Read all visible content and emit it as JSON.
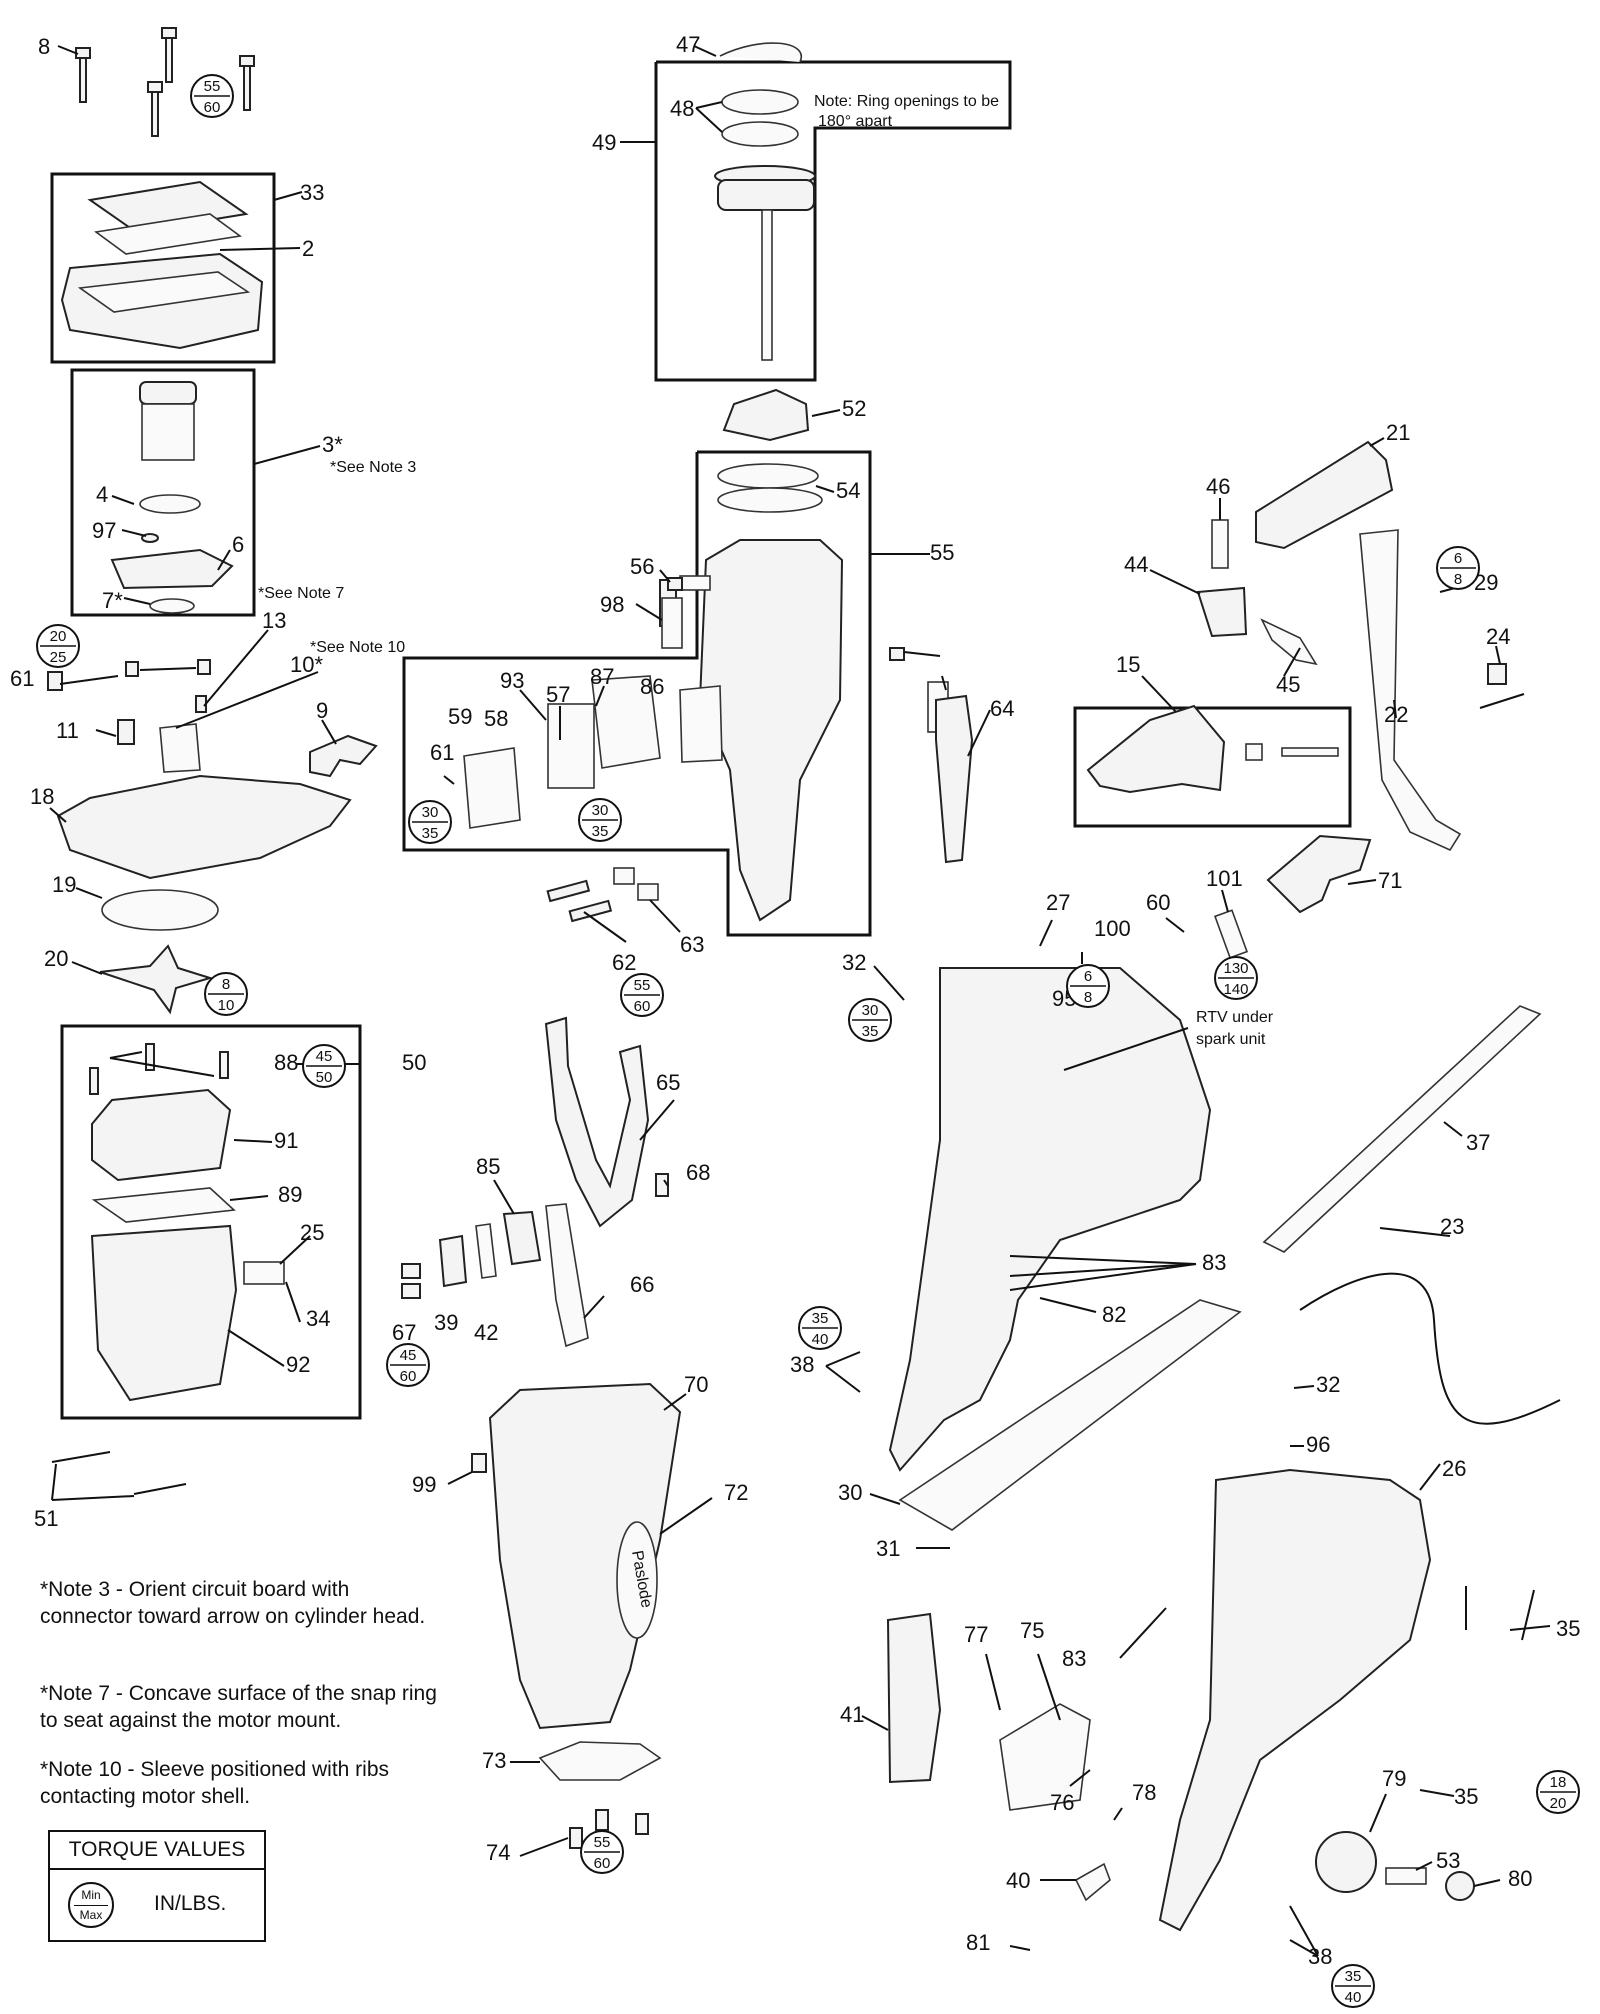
{
  "diagram": {
    "callouts": [
      "8",
      "47",
      "48",
      "49",
      "33",
      "2",
      "3*",
      "4",
      "97",
      "6",
      "7*",
      "13",
      "10*",
      "11",
      "9",
      "18",
      "19",
      "20",
      "61",
      "88",
      "50",
      "91",
      "89",
      "25",
      "34",
      "92",
      "51",
      "52",
      "54",
      "55",
      "56",
      "98",
      "93",
      "57",
      "87",
      "86",
      "59",
      "58",
      "61",
      "62",
      "63",
      "64",
      "65",
      "68",
      "85",
      "67",
      "39",
      "42",
      "66",
      "70",
      "72",
      "99",
      "73",
      "74",
      "21",
      "46",
      "44",
      "45",
      "29",
      "24",
      "22",
      "15",
      "71",
      "101",
      "60",
      "27",
      "100",
      "95",
      "32",
      "37",
      "23",
      "83",
      "82",
      "38",
      "30",
      "31",
      "32",
      "96",
      "26",
      "35",
      "41",
      "77",
      "75",
      "76",
      "78",
      "40",
      "81",
      "79",
      "35",
      "53",
      "80",
      "38"
    ],
    "ring_note_line1": "Note: Ring openings to be",
    "ring_note_line2": "180° apart",
    "see_note_3": "*See Note 3",
    "see_note_7": "*See Note 7",
    "see_note_10": "*See Note 10",
    "rtv_line1": "RTV under",
    "rtv_line2": "spark unit",
    "brand_text": "Paslode",
    "torque_badges": [
      {
        "min": "55",
        "max": "60"
      },
      {
        "min": "20",
        "max": "25"
      },
      {
        "min": "8",
        "max": "10"
      },
      {
        "min": "45",
        "max": "50"
      },
      {
        "min": "30",
        "max": "35"
      },
      {
        "min": "30",
        "max": "35"
      },
      {
        "min": "55",
        "max": "60"
      },
      {
        "min": "45",
        "max": "60"
      },
      {
        "min": "55",
        "max": "60"
      },
      {
        "min": "6",
        "max": "8"
      },
      {
        "min": "130",
        "max": "140"
      },
      {
        "min": "6",
        "max": "8"
      },
      {
        "min": "30",
        "max": "35"
      },
      {
        "min": "35",
        "max": "40"
      },
      {
        "min": "18",
        "max": "20"
      },
      {
        "min": "35",
        "max": "40"
      }
    ]
  },
  "notes": {
    "note3": "*Note 3 - Orient circuit board with connector toward arrow on cylinder head.",
    "note7": "*Note 7 - Concave surface of the snap ring to seat against the motor mount.",
    "note10": "*Note 10 - Sleeve positioned with ribs contacting motor shell."
  },
  "legend": {
    "title": "TORQUE VALUES",
    "min_label": "Min",
    "max_label": "Max",
    "units": "IN/LBS."
  }
}
